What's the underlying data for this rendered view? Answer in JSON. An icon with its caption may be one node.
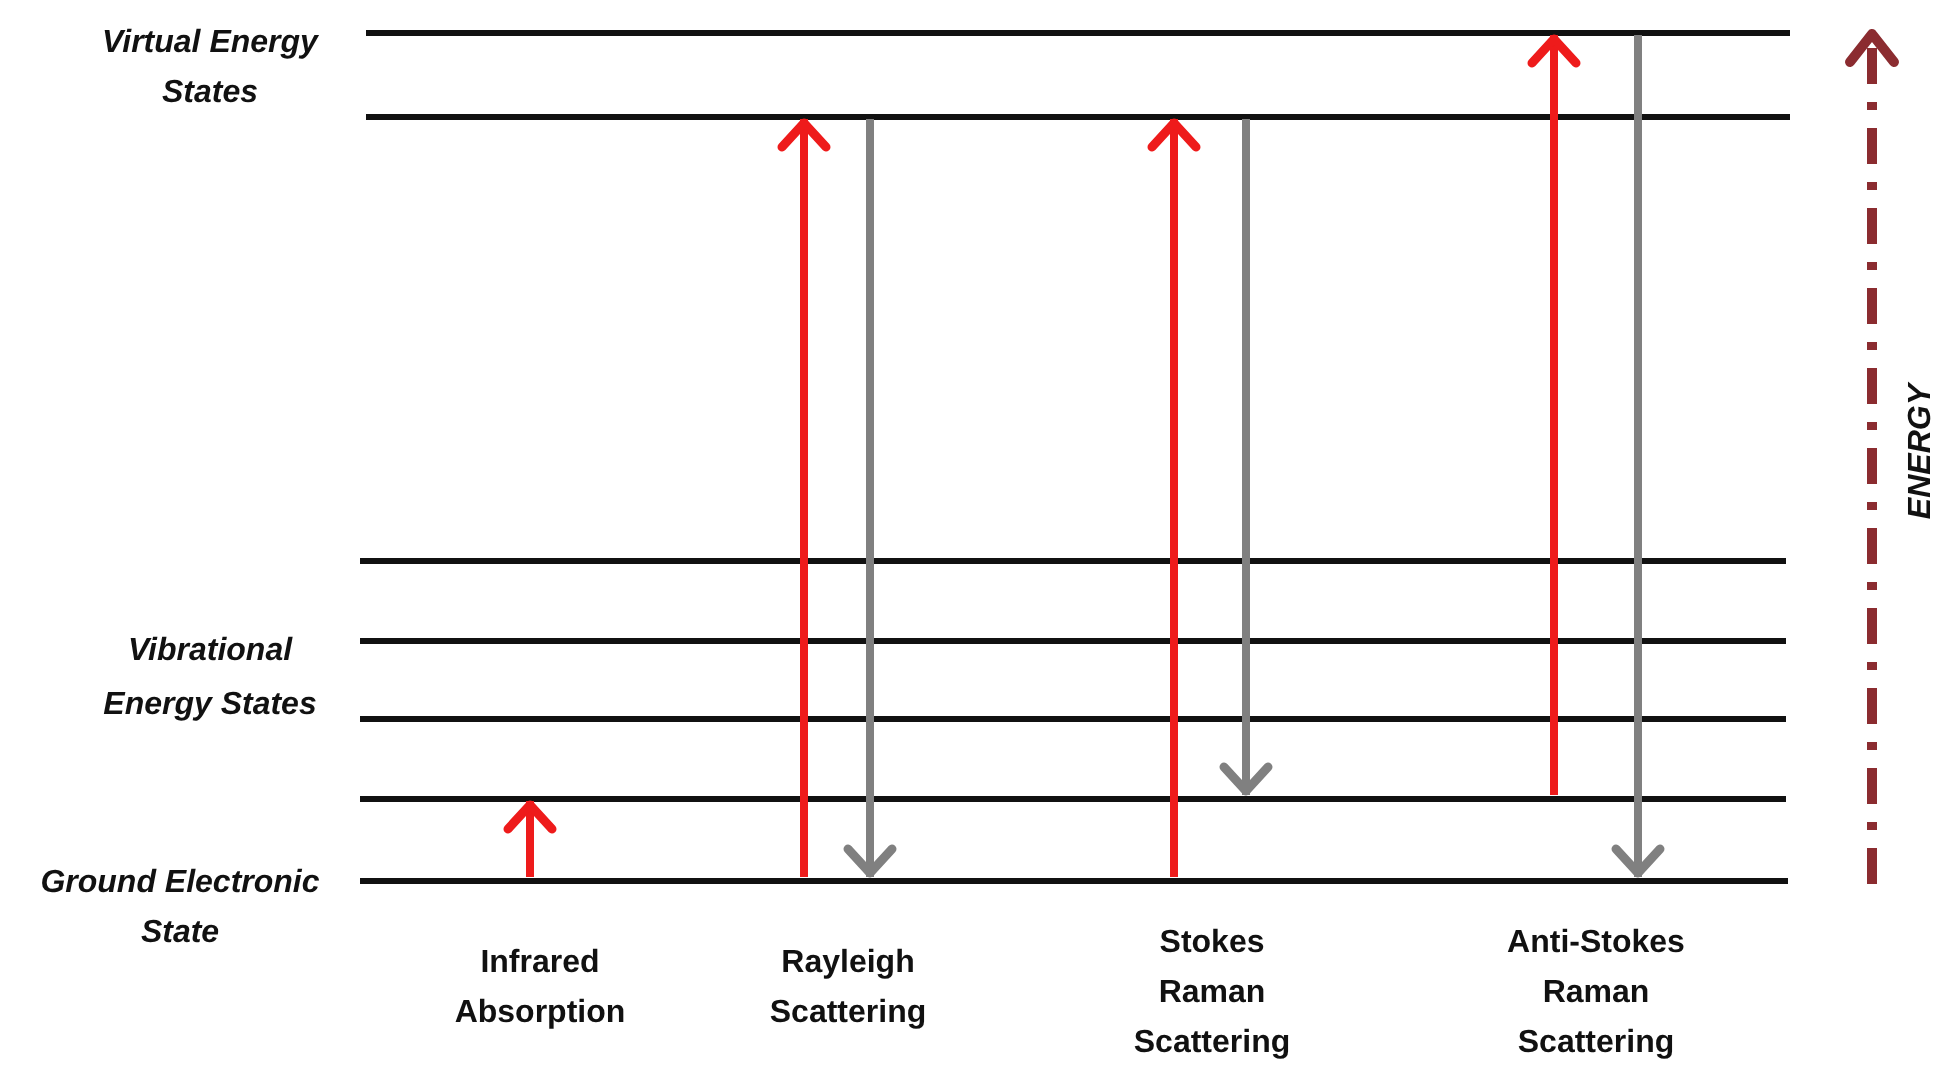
{
  "diagram": {
    "nodes": [
      {
        "text": [],
        "shape": "line"
      },
      {
        "text": [],
        "shape": "line"
      },
      {
        "text": [],
        "shape": "line"
      },
      {
        "text": [],
        "shape": "line"
      },
      {
        "text": [],
        "shape": "line"
      },
      {
        "text": [],
        "shape": "line"
      },
      {
        "text": [],
        "shape": "line",
        "beside": [
          "Ground Electronic State"
        ]
      }
    ],
    "edges": [
      {
        "from": 6,
        "to": 5,
        "arrow": "to"
      },
      {
        "from": 6,
        "to": 1,
        "arrow": "to"
      },
      {
        "from": 1,
        "to": 6,
        "arrow": "to",
        "color": "#808080"
      },
      {
        "from": 6,
        "to": 1,
        "arrow": "to"
      },
      {
        "from": 1,
        "to": 5,
        "arrow": "to",
        "color": "#808080"
      },
      {
        "from": 5,
        "to": 0,
        "arrow": "to"
      },
      {
        "from": 0,
        "to": 6,
        "arrow": "to",
        "color": "#808080"
      }
    ],
    "labels": [
      "Virtual Energy States",
      "ENERGY",
      "Vibrational Energy States",
      "Infrared Absorption",
      "Rayleigh Scattering",
      "Stokes Raman Scattering",
      "Anti-Stokes Raman Scattering"
    ]
  }
}
